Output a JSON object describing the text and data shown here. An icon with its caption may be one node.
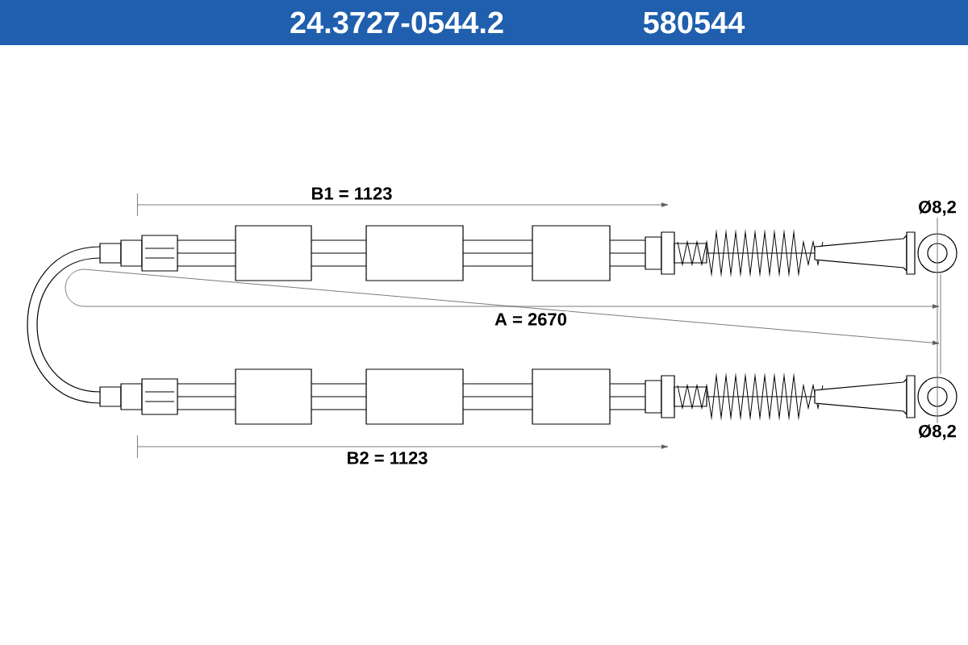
{
  "diagram": {
    "labels": [
      "24.3727-0544.2",
      "580544",
      "B1 = 1123",
      "Ø8,2",
      "A = 2670",
      "B2 = 1123",
      "Ø8,2"
    ]
  }
}
